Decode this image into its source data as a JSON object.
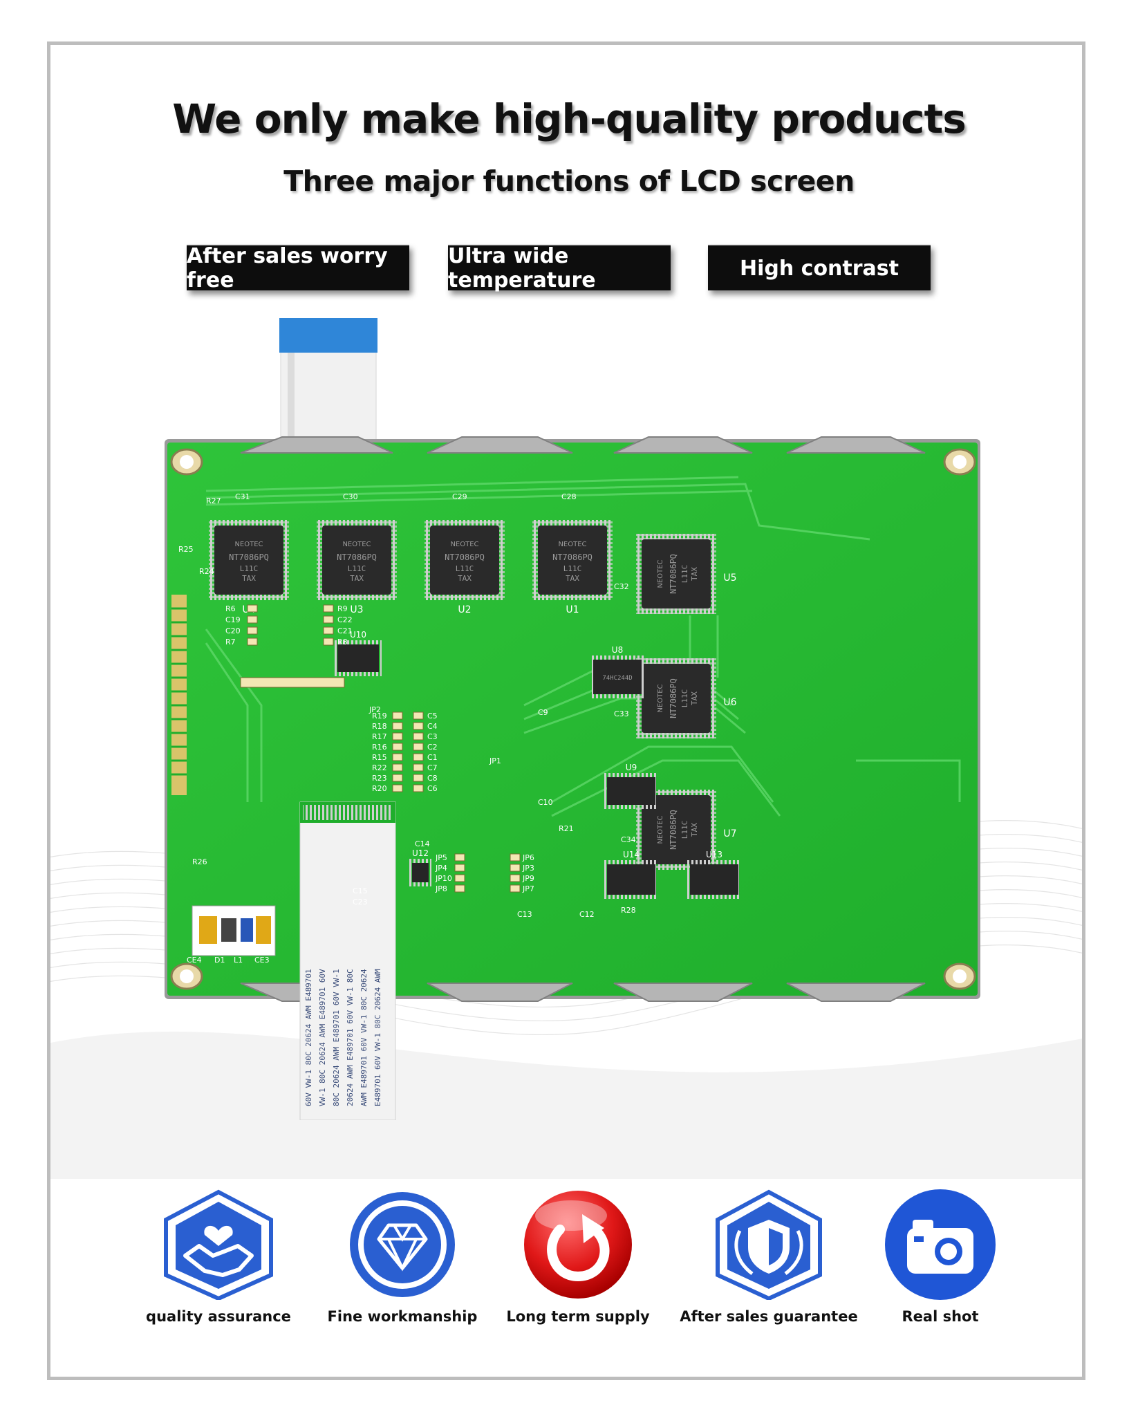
{
  "headline": "We only make high-quality products",
  "subheadline": "Three major functions of LCD screen",
  "functions": [
    {
      "label": "After sales worry free"
    },
    {
      "label": "Ultra wide temperature"
    },
    {
      "label": "High contrast"
    }
  ],
  "features": [
    {
      "label": "quality assurance",
      "icon": "handshake-heart-icon"
    },
    {
      "label": "Fine workmanship",
      "icon": "diamond-icon"
    },
    {
      "label": "Long term supply",
      "icon": "refresh-arrow-icon"
    },
    {
      "label": "After sales guarantee",
      "icon": "shield-laurel-icon"
    },
    {
      "label": "Real shot",
      "icon": "camera-icon"
    }
  ],
  "board": {
    "chips": [
      {
        "ref": "U4",
        "brand": "NEOTEC",
        "part": "NT7086PQ",
        "line2": "L11C",
        "line3": "TAX"
      },
      {
        "ref": "U3",
        "brand": "NEOTEC",
        "part": "NT7086PQ",
        "line2": "L11C",
        "line3": "TAX"
      },
      {
        "ref": "U2",
        "brand": "NEOTEC",
        "part": "NT7086PQ",
        "line2": "L11C",
        "line3": "TAX"
      },
      {
        "ref": "U1",
        "brand": "NEOTEC",
        "part": "NT7086PQ",
        "line2": "L11C",
        "line3": "TAX"
      },
      {
        "ref": "U5",
        "brand": "NEOTEC",
        "part": "NT7086PQ",
        "line2": "L11C",
        "line3": "TAX"
      },
      {
        "ref": "U6",
        "brand": "NEOTEC",
        "part": "NT7086PQ",
        "line2": "L11C",
        "line3": "TAX"
      },
      {
        "ref": "U7",
        "brand": "NEOTEC",
        "part": "NT7086PQ",
        "line2": "L11C",
        "line3": "TAX"
      }
    ],
    "small_chips": [
      {
        "ref": "U8",
        "text": "74HC244D"
      },
      {
        "ref": "U9",
        "text": ""
      },
      {
        "ref": "U10",
        "text": ""
      },
      {
        "ref": "U13",
        "text": ""
      },
      {
        "ref": "U14",
        "text": ""
      },
      {
        "ref": "U12",
        "text": ""
      }
    ],
    "caps_top": [
      "C31",
      "C30",
      "C29",
      "C28"
    ],
    "left_labels": [
      "R6",
      "C19",
      "C20",
      "R7"
    ],
    "right_labels": [
      "R9",
      "C22",
      "C21",
      "R8"
    ],
    "resistor_col": [
      "R19",
      "R18",
      "R17",
      "R16",
      "R15",
      "R22",
      "R23",
      "R20"
    ],
    "cap_col": [
      "C5",
      "C4",
      "C3",
      "C2",
      "C1",
      "C7",
      "C8",
      "C6"
    ],
    "jumpers_left": [
      "JP5",
      "JP4",
      "JP10",
      "JP8"
    ],
    "jumpers_right": [
      "JP6",
      "JP3",
      "JP9",
      "JP7"
    ],
    "misc_labels": [
      "C9",
      "C10",
      "C33",
      "C32",
      "C34",
      "R21",
      "C14",
      "C15",
      "C23",
      "C13",
      "C12",
      "R28",
      "JP1",
      "JP2",
      "R25",
      "R24",
      "R27",
      "R26",
      "CE4",
      "D1",
      "L1",
      "CE3"
    ],
    "cable_text": [
      "60V",
      "VW-1",
      "80C",
      "20624",
      "AWM",
      "E489701"
    ]
  }
}
